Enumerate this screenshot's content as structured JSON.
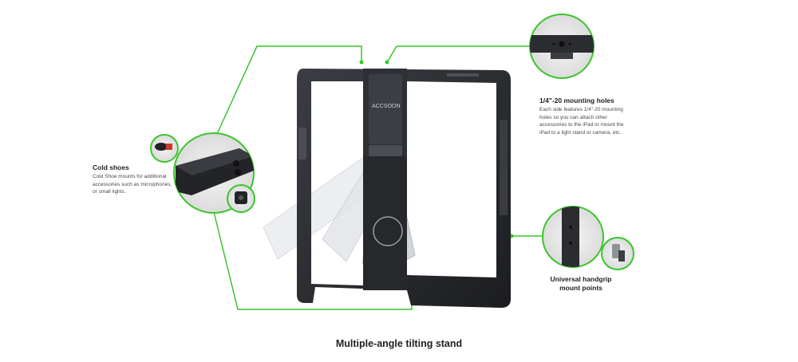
{
  "colors": {
    "accent": "#39c52a",
    "frame": "#2a2c30",
    "background": "#ffffff"
  },
  "callouts": {
    "cold_shoes": {
      "title": "Cold shoes",
      "description": "Cold Shoe mounts for additional accessories such as microphones, or small lights."
    },
    "mounting_holes": {
      "title": "1/4\"-20 mounting holes",
      "description": "Each side features 1/4\"-20 mounting holes so you can attach other accessories to the iPad or mount the iPad to a light stand or camera, etc."
    },
    "handgrip": {
      "title": "Universal handgrip mount points"
    }
  },
  "product": {
    "brand": "ACCSOON"
  },
  "caption": "Multiple-angle tilting stand"
}
